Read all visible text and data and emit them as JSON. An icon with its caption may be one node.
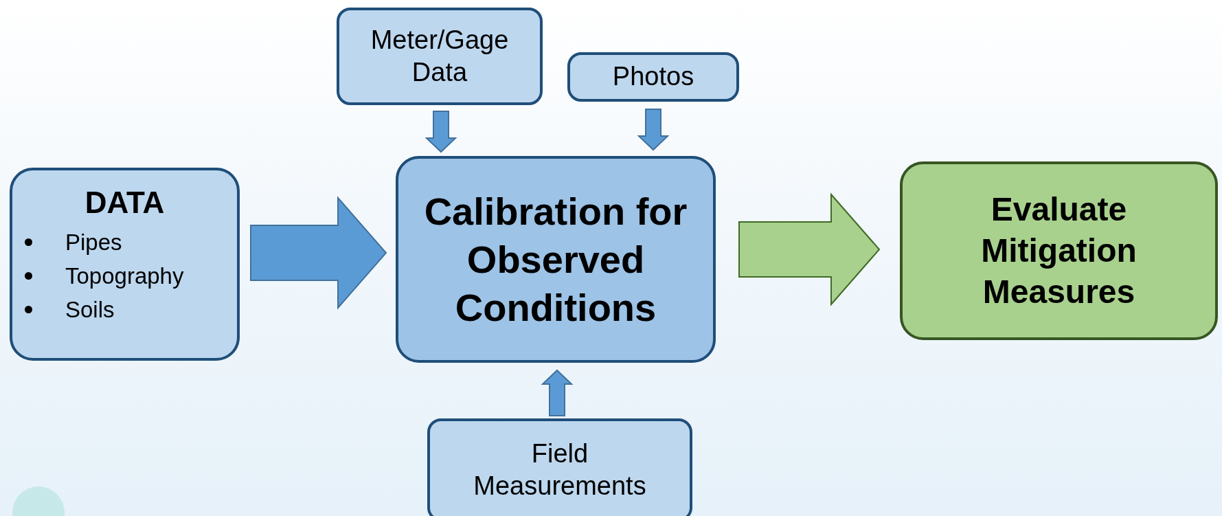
{
  "diagram": {
    "nodes": [
      {
        "text": [
          "DATA",
          "Pipes",
          "Topography",
          "Soils"
        ]
      },
      {
        "text": [
          "Meter/Gage Data"
        ]
      },
      {
        "text": [
          "Photos"
        ]
      },
      {
        "text": [
          "Calibration for Observed Conditions"
        ]
      },
      {
        "text": [
          "Evaluate Mitigation Measures"
        ]
      },
      {
        "text": [
          "Field Measurements"
        ]
      }
    ],
    "edges": [
      {
        "from": 0,
        "to": 3,
        "arrow": "to",
        "style": "thick"
      },
      {
        "from": 1,
        "to": 3,
        "arrow": "to"
      },
      {
        "from": 2,
        "to": 3,
        "arrow": "to"
      },
      {
        "from": 5,
        "to": 3,
        "arrow": "to"
      },
      {
        "from": 3,
        "to": 4,
        "arrow": "to",
        "style": "thick",
        "color": "#a9d18e"
      }
    ]
  }
}
